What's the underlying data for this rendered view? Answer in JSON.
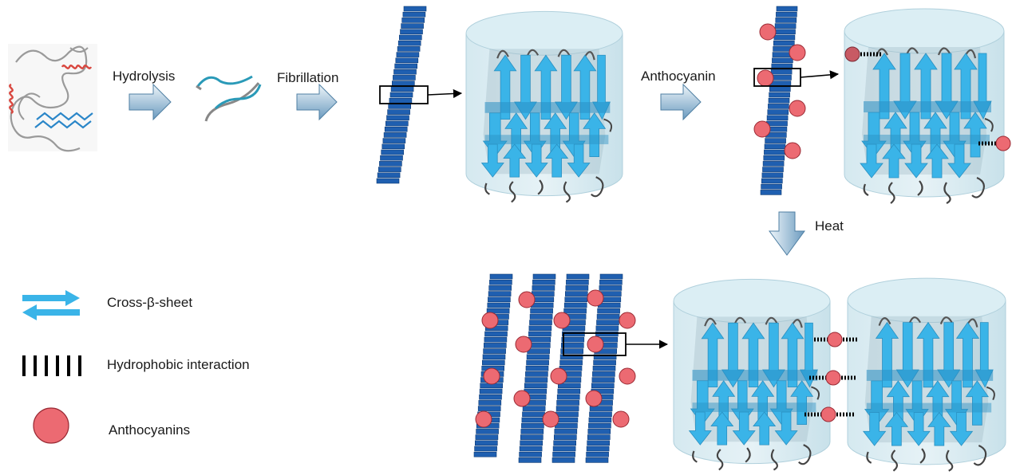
{
  "labels": {
    "hydrolysis": "Hydrolysis",
    "fibrillation": "Fibrillation",
    "anthocyanin": "Anthocyanin",
    "heat": "Heat"
  },
  "legend": {
    "cross_beta": "Cross-β-sheet",
    "hydrophobic": "Hydrophobic interaction",
    "anthocyanins": "Anthocyanins"
  },
  "colors": {
    "fibril_block": "#1f5fb0",
    "fibril_block_edge": "#0d3a74",
    "beta_arrow": "#3ab4e8",
    "beta_arrow_dark": "#2a90c4",
    "cylinder_fill": "#cfe6ee",
    "cylinder_edge": "#a9cbd8",
    "anthocyanin": "#ec6a72",
    "anthocyanin_edge": "#9a2a34",
    "process_arrow_light": "#e6f0f6",
    "process_arrow_dark": "#5f93b8",
    "helix_red": "#d9473f",
    "strand_blue": "#2a86c8",
    "coil_gray": "#8a8a8a",
    "magnify_box": "#000000"
  }
}
